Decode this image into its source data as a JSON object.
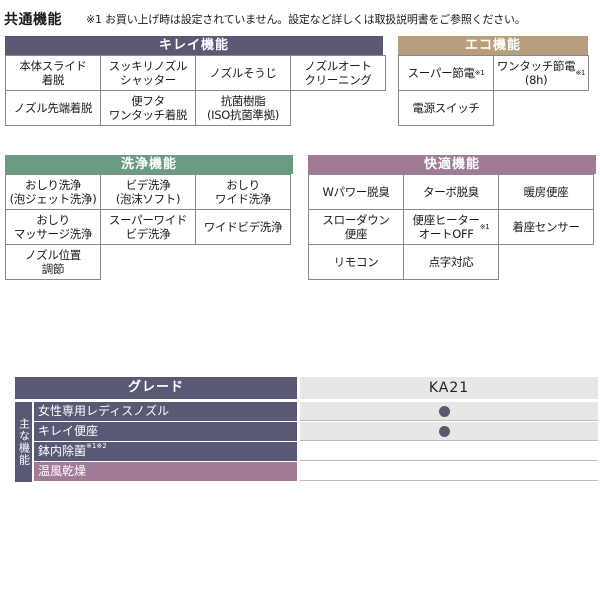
{
  "header": {
    "title": "共通機能",
    "note": "※1 お買い上げ時は設定されていません。設定など詳しくは取扱説明書をご参照ください。"
  },
  "colors": {
    "kirei": "#595975",
    "eco": "#b89e7c",
    "senjo": "#6a9c82",
    "kaiteki": "#a17a96",
    "grade": "#595975",
    "dot": "#5a5a6a"
  },
  "kirei": {
    "title": "キレイ機能",
    "items": [
      {
        "label": "本体スライド\n着脱",
        "sup": ""
      },
      {
        "label": "スッキリノズル\nシャッター",
        "sup": ""
      },
      {
        "label": "ノズルそうじ",
        "sup": ""
      },
      {
        "label": "ノズルオート\nクリーニング",
        "sup": ""
      },
      {
        "label": "ノズル先端着脱",
        "sup": ""
      },
      {
        "label": "便フタ\nワンタッチ着脱",
        "sup": ""
      },
      {
        "label": "抗菌樹脂\n(ISO抗菌準拠)",
        "sup": ""
      }
    ]
  },
  "eco": {
    "title": "エコ機能",
    "items": [
      {
        "label": "スーパー節電",
        "sup": "※1"
      },
      {
        "label": "ワンタッチ節電\n(8h)",
        "sup": "※1"
      },
      {
        "label": "電源スイッチ",
        "sup": ""
      }
    ]
  },
  "senjo": {
    "title": "洗浄機能",
    "items": [
      {
        "label": "おしり洗浄\n(泡ジェット洗浄)",
        "sup": ""
      },
      {
        "label": "ビデ洗浄\n(泡沫ソフト)",
        "sup": ""
      },
      {
        "label": "おしり\nワイド洗浄",
        "sup": ""
      },
      {
        "label": "おしり\nマッサージ洗浄",
        "sup": ""
      },
      {
        "label": "スーパーワイド\nビデ洗浄",
        "sup": ""
      },
      {
        "label": "ワイドビデ洗浄",
        "sup": ""
      },
      {
        "label": "ノズル位置\n調節",
        "sup": ""
      }
    ]
  },
  "kaiteki": {
    "title": "快適機能",
    "items": [
      {
        "label": "Wパワー脱臭",
        "sup": ""
      },
      {
        "label": "ターボ脱臭",
        "sup": ""
      },
      {
        "label": "暖房便座",
        "sup": ""
      },
      {
        "label": "スローダウン\n便座",
        "sup": ""
      },
      {
        "label": "便座ヒーター\nオートOFF",
        "sup": "※1"
      },
      {
        "label": "着座センサー",
        "sup": ""
      },
      {
        "label": "リモコン",
        "sup": ""
      },
      {
        "label": "点字対応",
        "sup": ""
      }
    ]
  },
  "grade": {
    "header": "グレード",
    "model": "KA21",
    "side_label": "主な機能",
    "rows": [
      {
        "label": "女性専用レディスノズル",
        "sup": "",
        "value": true,
        "color": "#595975"
      },
      {
        "label": "キレイ便座",
        "sup": "",
        "value": true,
        "color": "#595975"
      },
      {
        "label": "鉢内除菌",
        "sup": "※1※2",
        "value": false,
        "color": "#595975"
      },
      {
        "label": "温風乾燥",
        "sup": "",
        "value": false,
        "color": "#a17a96"
      }
    ]
  }
}
